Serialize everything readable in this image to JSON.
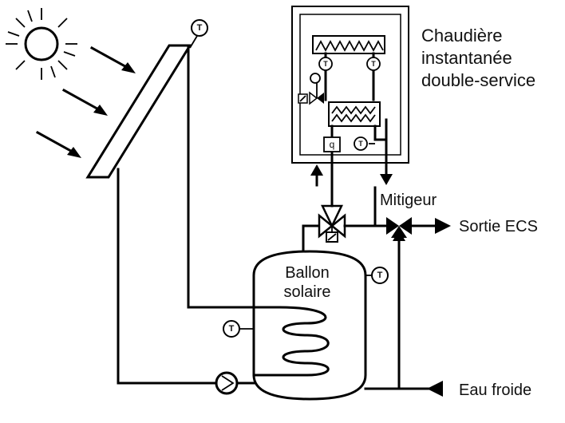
{
  "labels": {
    "boiler_line1": "Chaudière",
    "boiler_line2": "instantanée",
    "boiler_line3": "double-service",
    "mixer": "Mitigeur",
    "dhw_out": "Sortie ECS",
    "tank_line1": "Ballon",
    "tank_line2": "solaire",
    "cold_water": "Eau froide"
  },
  "sensor_symbol": "T",
  "flow_symbol": "q",
  "icons": [
    "sun-icon",
    "solar-collector",
    "circulation-pump",
    "three-way-valve",
    "thermostatic-mixer",
    "temperature-sensor",
    "heat-exchanger",
    "burner"
  ],
  "colors": {
    "line": "#000000",
    "background": "#ffffff"
  }
}
